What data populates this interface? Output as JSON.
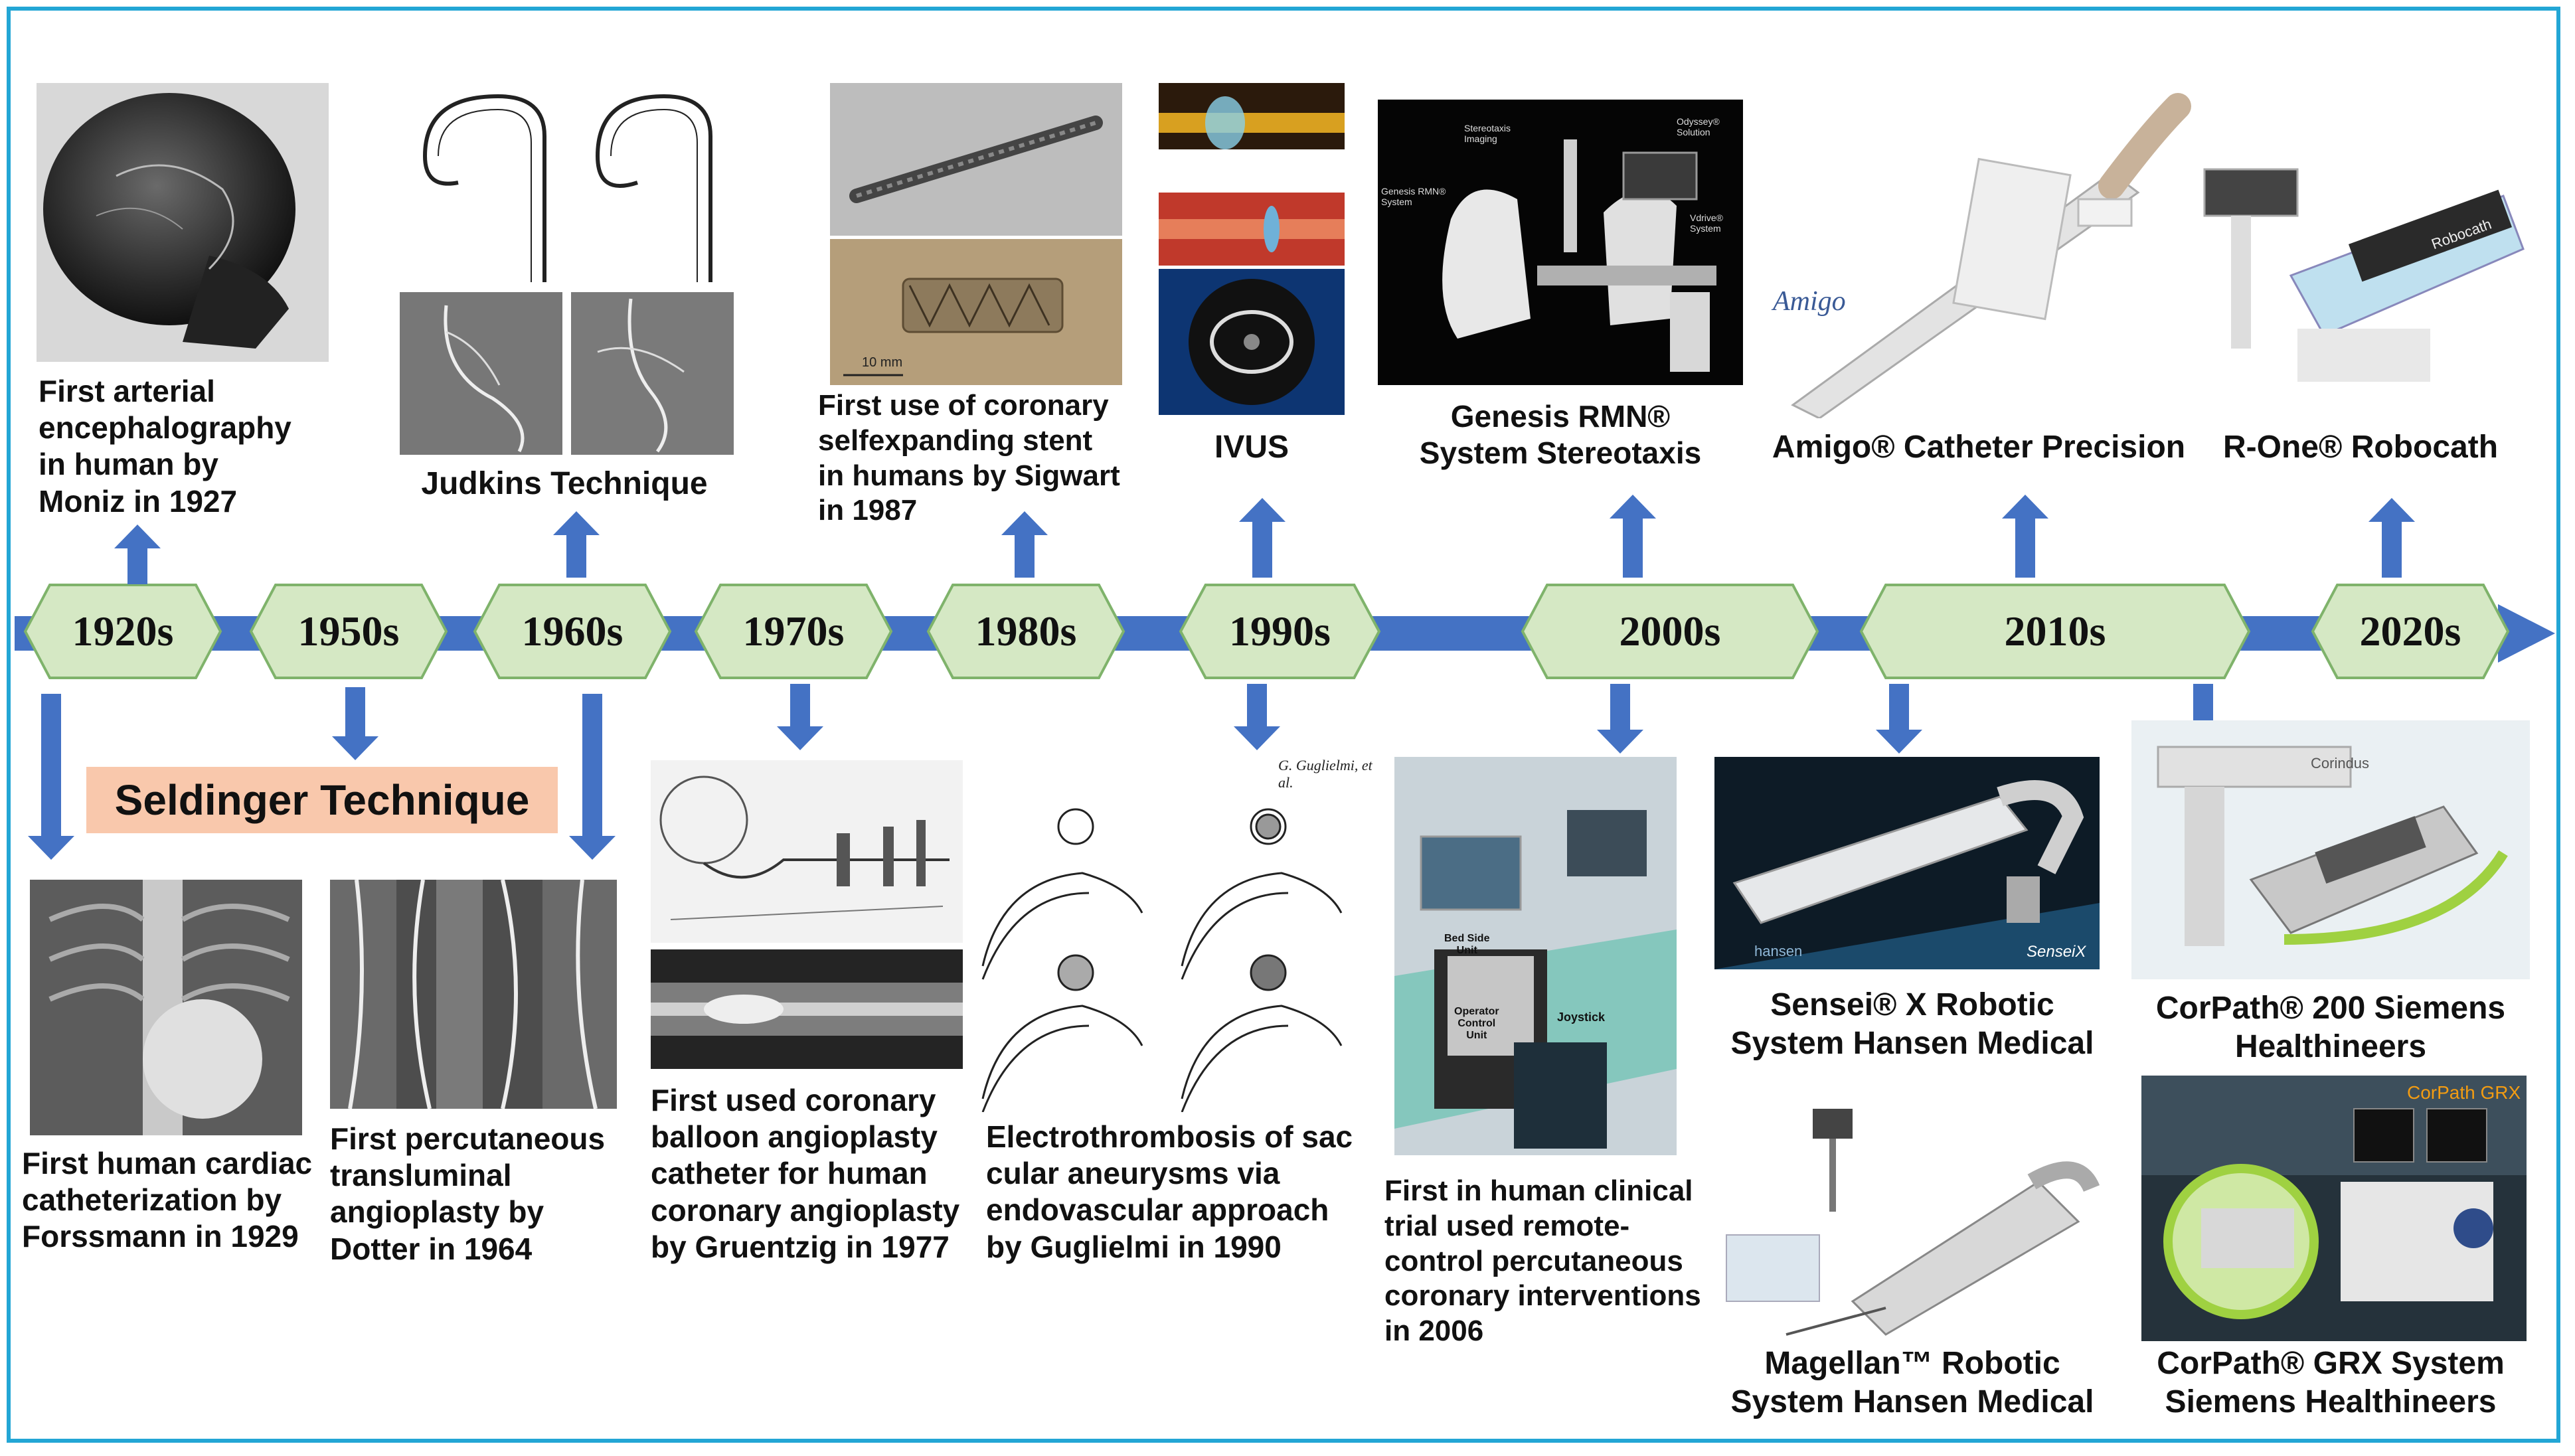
{
  "timeline": {
    "decades": [
      "1920s",
      "1950s",
      "1960s",
      "1970s",
      "1980s",
      "1990s",
      "2000s",
      "2010s",
      "2020s"
    ],
    "colors": {
      "axis": "#4472c4",
      "hexagon_fill": "#d5e8c4",
      "hexagon_stroke": "#7fb36b",
      "arrow": "#4472c4",
      "frame": "#23a6d5"
    }
  },
  "seldinger": {
    "label": "Seldinger Technique",
    "color": "#f9c8ac"
  },
  "captions": {
    "moniz": [
      "First arterial",
      "encephalography",
      "in human by",
      "Moniz in 1927"
    ],
    "judkins": "Judkins Technique",
    "sigwart": [
      "First use of coronary",
      "selfexpanding stent",
      "in humans by Sigwart",
      "in 1987"
    ],
    "ivus": "IVUS",
    "genesis": [
      "Genesis RMN®",
      "System Stereotaxis"
    ],
    "amigo": "Amigo® Catheter Precision",
    "robocath": "R-One® Robocath",
    "forssmann": [
      "First human cardiac",
      "catheterization by",
      "Forssmann in 1929"
    ],
    "dotter": [
      "First percutaneous",
      "transluminal",
      "angioplasty by",
      "Dotter in 1964"
    ],
    "gruentzig": [
      "First used coronary",
      "balloon angioplasty",
      "catheter for human",
      "coronary angioplasty",
      "by Gruentzig in 1977"
    ],
    "guglielmi": [
      "Electrothrombosis of sac",
      "cular aneurysms via",
      "endovascular approach",
      "by Guglielmi in 1990"
    ],
    "remote": [
      "First in human clinical",
      "trial used remote-",
      "control percutaneous",
      "coronary interventions",
      "in 2006"
    ],
    "sensei": [
      "Sensei® X Robotic",
      "System Hansen Medical"
    ],
    "magellan": [
      "Magellan™ Robotic",
      "System Hansen Medical"
    ],
    "corpath200": [
      "CorPath® 200 Siemens",
      "Healthineers"
    ],
    "corpathgrx": [
      "CorPath® GRX System",
      "Siemens Healthineers"
    ]
  },
  "image_labels": {
    "guglielmi_credit": "G. Guglielmi, et al.",
    "stent_scale": "10 mm",
    "genesis_labels": [
      "Stereotaxis Imaging",
      "Odyssey® Solution",
      "Genesis RMN® System",
      "Vdrive® System"
    ],
    "amigo_logo": "Amigo",
    "robocath_logo": "Robocath",
    "bedside": [
      "Bed Side",
      "Unit"
    ],
    "operator": [
      "Operator",
      "Control",
      "Unit"
    ],
    "joystick": "Joystick",
    "sensei_logo": "SenseiX",
    "hansen_logo": "hansen",
    "corindus_logo": "Corindus",
    "corpath_grx_logo": "CorPath GRX"
  }
}
